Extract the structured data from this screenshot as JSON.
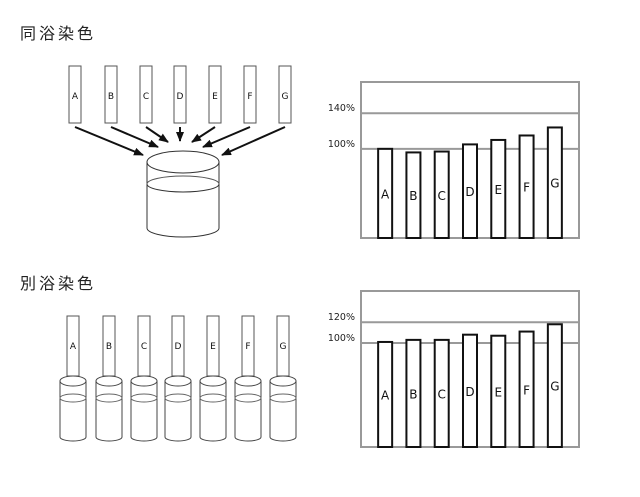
{
  "sections": {
    "same_bath": {
      "title": "同浴染色"
    },
    "separate_bath": {
      "title": "別浴染色"
    }
  },
  "samples": [
    "A",
    "B",
    "C",
    "D",
    "E",
    "F",
    "G"
  ],
  "chart_data": [
    {
      "type": "bar",
      "categories": [
        "A",
        "B",
        "C",
        "D",
        "E",
        "F",
        "G"
      ],
      "values": [
        100,
        96,
        97,
        105,
        110,
        115,
        124
      ],
      "yticks": [
        {
          "value": 100,
          "label": "100%"
        },
        {
          "value": 140,
          "label": "140%"
        }
      ],
      "title": "",
      "xlabel": "",
      "ylabel": "",
      "ylim": [
        0,
        175
      ],
      "grid": true
    },
    {
      "type": "bar",
      "categories": [
        "A",
        "B",
        "C",
        "D",
        "E",
        "F",
        "G"
      ],
      "values": [
        101,
        103,
        103,
        108,
        107,
        111,
        118
      ],
      "yticks": [
        {
          "value": 100,
          "label": "100%"
        },
        {
          "value": 120,
          "label": "120%"
        }
      ],
      "title": "",
      "xlabel": "",
      "ylabel": "",
      "ylim": [
        0,
        150
      ],
      "grid": true
    }
  ]
}
